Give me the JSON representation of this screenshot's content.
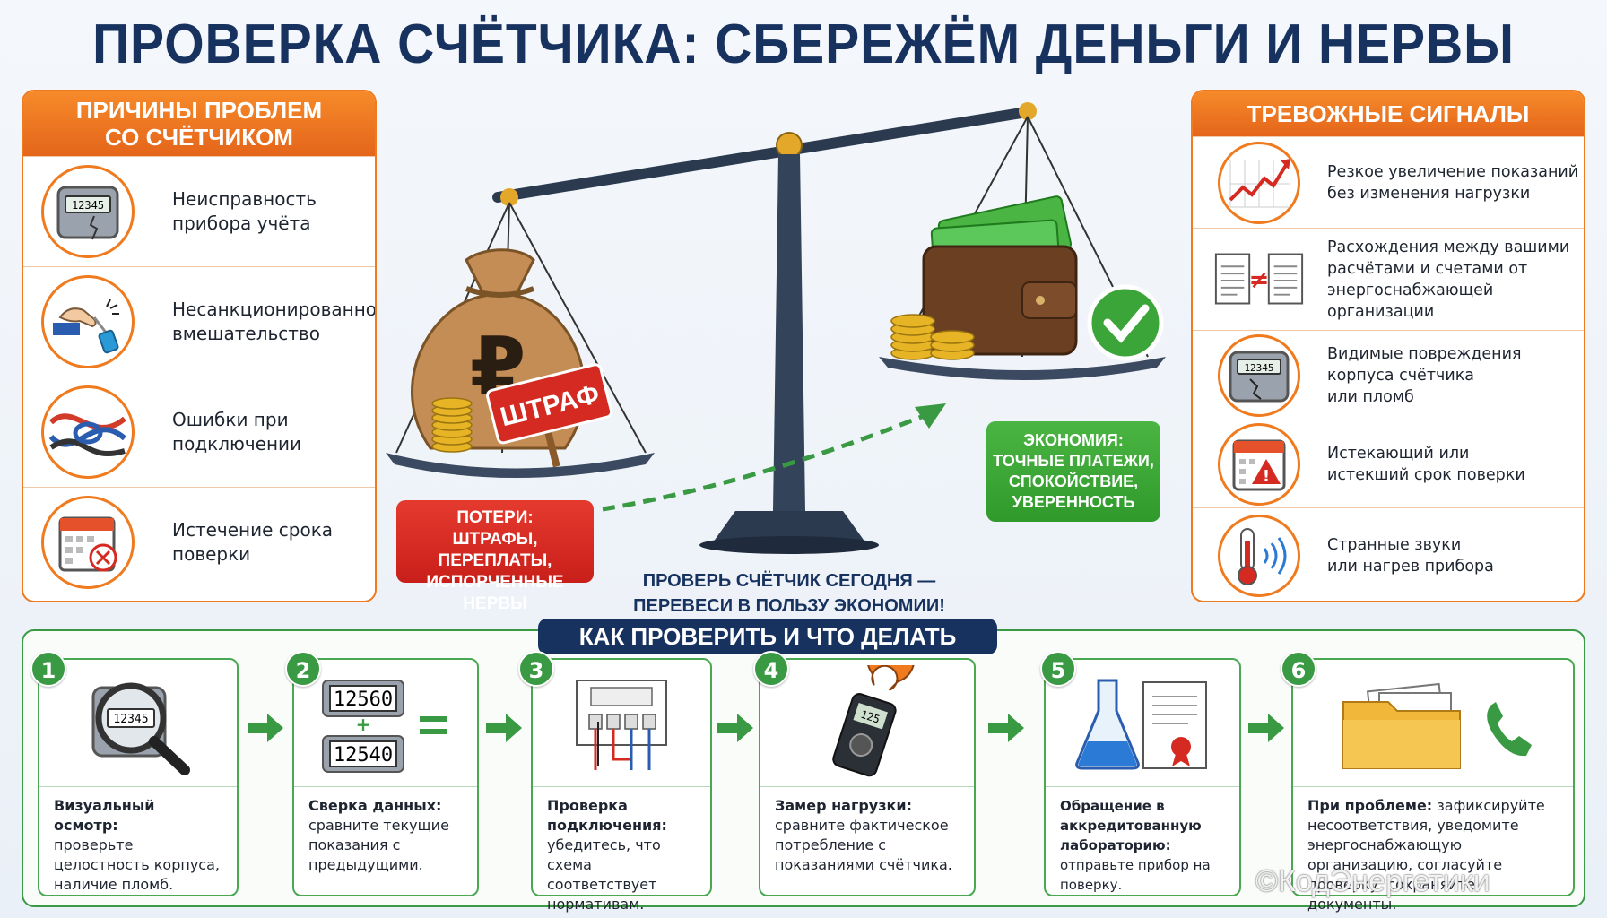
{
  "title": "ПРОВЕРКА СЧЁТЧИКА: СБЕРЕЖЁМ ДЕНЬГИ И НЕРВЫ",
  "left_panel": {
    "heading_line1": "ПРИЧИНЫ ПРОБЛЕМ",
    "heading_line2": "СО СЧЁТЧИКОМ",
    "items": [
      {
        "line1": "Неисправность",
        "line2": "прибора учёта",
        "icon": "broken-meter-icon",
        "meter_reading": "12345"
      },
      {
        "line1": "Несанкционированное",
        "line2": "вмешательство",
        "icon": "tampering-hand-icon"
      },
      {
        "line1": "Ошибки при",
        "line2": "подключении",
        "icon": "tangled-wires-icon"
      },
      {
        "line1": "Истечение срока",
        "line2": "поверки",
        "icon": "expired-calendar-icon"
      }
    ]
  },
  "center": {
    "fine_label": "ШТРАФ",
    "losses_line1": "ПОТЕРИ:",
    "losses_line2": "ШТРАФЫ, ПЕРЕПЛАТЫ,",
    "losses_line3": "ИСПОРЧЕННЫЕ НЕРВЫ",
    "economy_line1": "ЭКОНОМИЯ:",
    "economy_line2": "ТОЧНЫЕ ПЛАТЕЖИ,",
    "economy_line3": "СПОКОЙСТВИЕ,",
    "economy_line4": "УВЕРЕННОСТЬ",
    "cta_line1": "ПРОВЕРЬ СЧЁТЧИК СЕГОДНЯ —",
    "cta_line2": "ПЕРЕВЕСИ В ПОЛЬЗУ ЭКОНОМИИ!",
    "ruble_symbol": "₽"
  },
  "right_panel": {
    "heading": "ТРЕВОЖНЫЕ СИГНАЛЫ",
    "items": [
      {
        "lines": [
          "Резкое увеличение показаний",
          "без изменения нагрузки"
        ],
        "icon": "rising-chart-icon"
      },
      {
        "lines": [
          "Расхождения между вашими",
          "расчётами и счетами от",
          "энергоснабжающей",
          "организации"
        ],
        "icon": "documents-not-equal-icon"
      },
      {
        "lines": [
          "Видимые повреждения",
          "корпуса счётчика",
          "или пломб"
        ],
        "icon": "damaged-meter-icon",
        "meter_reading": "12345"
      },
      {
        "lines": [
          "Истекающий или",
          "истекший срок поверки"
        ],
        "icon": "calendar-warning-icon"
      },
      {
        "lines": [
          "Странные звуки",
          "или нагрев прибора"
        ],
        "icon": "thermometer-sound-icon"
      }
    ]
  },
  "steps_title": "КАК ПРОВЕРИТЬ И ЧТО ДЕЛАТЬ",
  "steps": [
    {
      "num": "1",
      "bold": "Визуальный осмотр:",
      "rest": "проверьте целостность корпуса, наличие пломб.",
      "icon": "magnifier-meter-icon",
      "reading": "12345"
    },
    {
      "num": "2",
      "bold": "Сверка данных:",
      "rest": "сравните текущие показания с предыдущими.",
      "icon": "compare-readings-icon",
      "reading_a": "12560",
      "reading_b": "12540"
    },
    {
      "num": "3",
      "bold": "Проверка подключения:",
      "rest": "убедитесь, что схема соответствует нормативам.",
      "icon": "wiring-diagram-icon"
    },
    {
      "num": "4",
      "bold": "Замер нагрузки:",
      "rest": "сравните фактическое потребление с показаниями счётчика.",
      "icon": "clamp-meter-icon",
      "reading": "125"
    },
    {
      "num": "5",
      "bold": "Обращение в аккредитованную лабораторию:",
      "rest": "отправьте прибор на поверку.",
      "icon": "lab-flask-certificate-icon"
    },
    {
      "num": "6",
      "bold": "При проблеме:",
      "rest": "зафиксируйте несоответствия, уведомите энергоснабжающую организацию, согласуйте проверку, сохраняйте документы.",
      "icon": "folder-phone-icon"
    }
  ],
  "watermark": "©КодЭнергетики",
  "colors": {
    "orange": "#f07a1e",
    "navy": "#17325e",
    "green": "#3a9a44",
    "red": "#d52a22"
  }
}
